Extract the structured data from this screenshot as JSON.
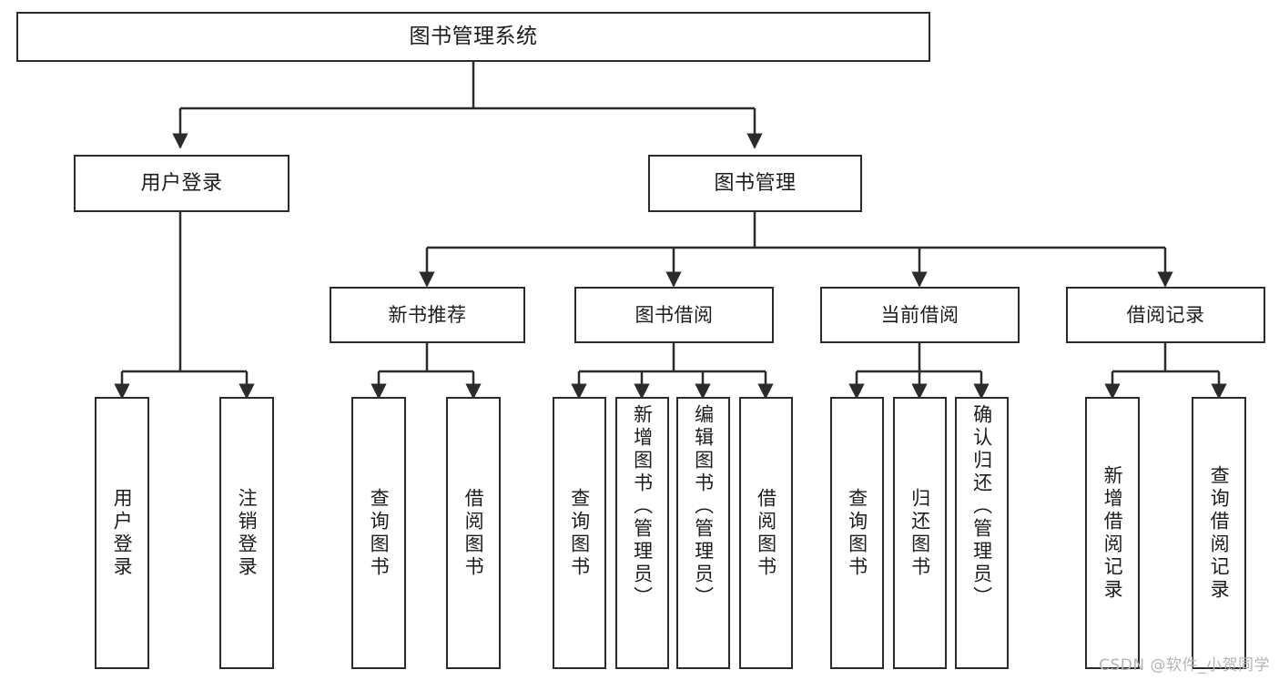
{
  "diagram": {
    "title": "图书管理系统",
    "type": "tree",
    "orientation": "top-down",
    "line_color": "#2b2b2b",
    "box_fill": "#ffffff",
    "text_color": "#1c1c1c",
    "root": {
      "label": "图书管理系统"
    },
    "level1": [
      {
        "label": "用户登录"
      },
      {
        "label": "图书管理"
      }
    ],
    "level2": [
      {
        "label": "新书推荐"
      },
      {
        "label": "图书借阅"
      },
      {
        "label": "当前借阅"
      },
      {
        "label": "借阅记录"
      }
    ],
    "leaves": {
      "user_login": [
        {
          "label": "用户登录"
        },
        {
          "label": "注销登录"
        }
      ],
      "new_book_recommend": [
        {
          "label": "查询图书"
        },
        {
          "label": "借阅图书"
        }
      ],
      "book_borrow": [
        {
          "label": "查询图书"
        },
        {
          "label": "新增图书（管理员）"
        },
        {
          "label": "编辑图书（管理员）"
        },
        {
          "label": "借阅图书"
        }
      ],
      "current_borrow": [
        {
          "label": "查询图书"
        },
        {
          "label": "归还图书"
        },
        {
          "label": "确认归还（管理员）"
        }
      ],
      "borrow_record": [
        {
          "label": "新增借阅记录"
        },
        {
          "label": "查询借阅记录"
        }
      ]
    }
  },
  "watermark": {
    "text": "CSDN @软件_小贺同学"
  }
}
